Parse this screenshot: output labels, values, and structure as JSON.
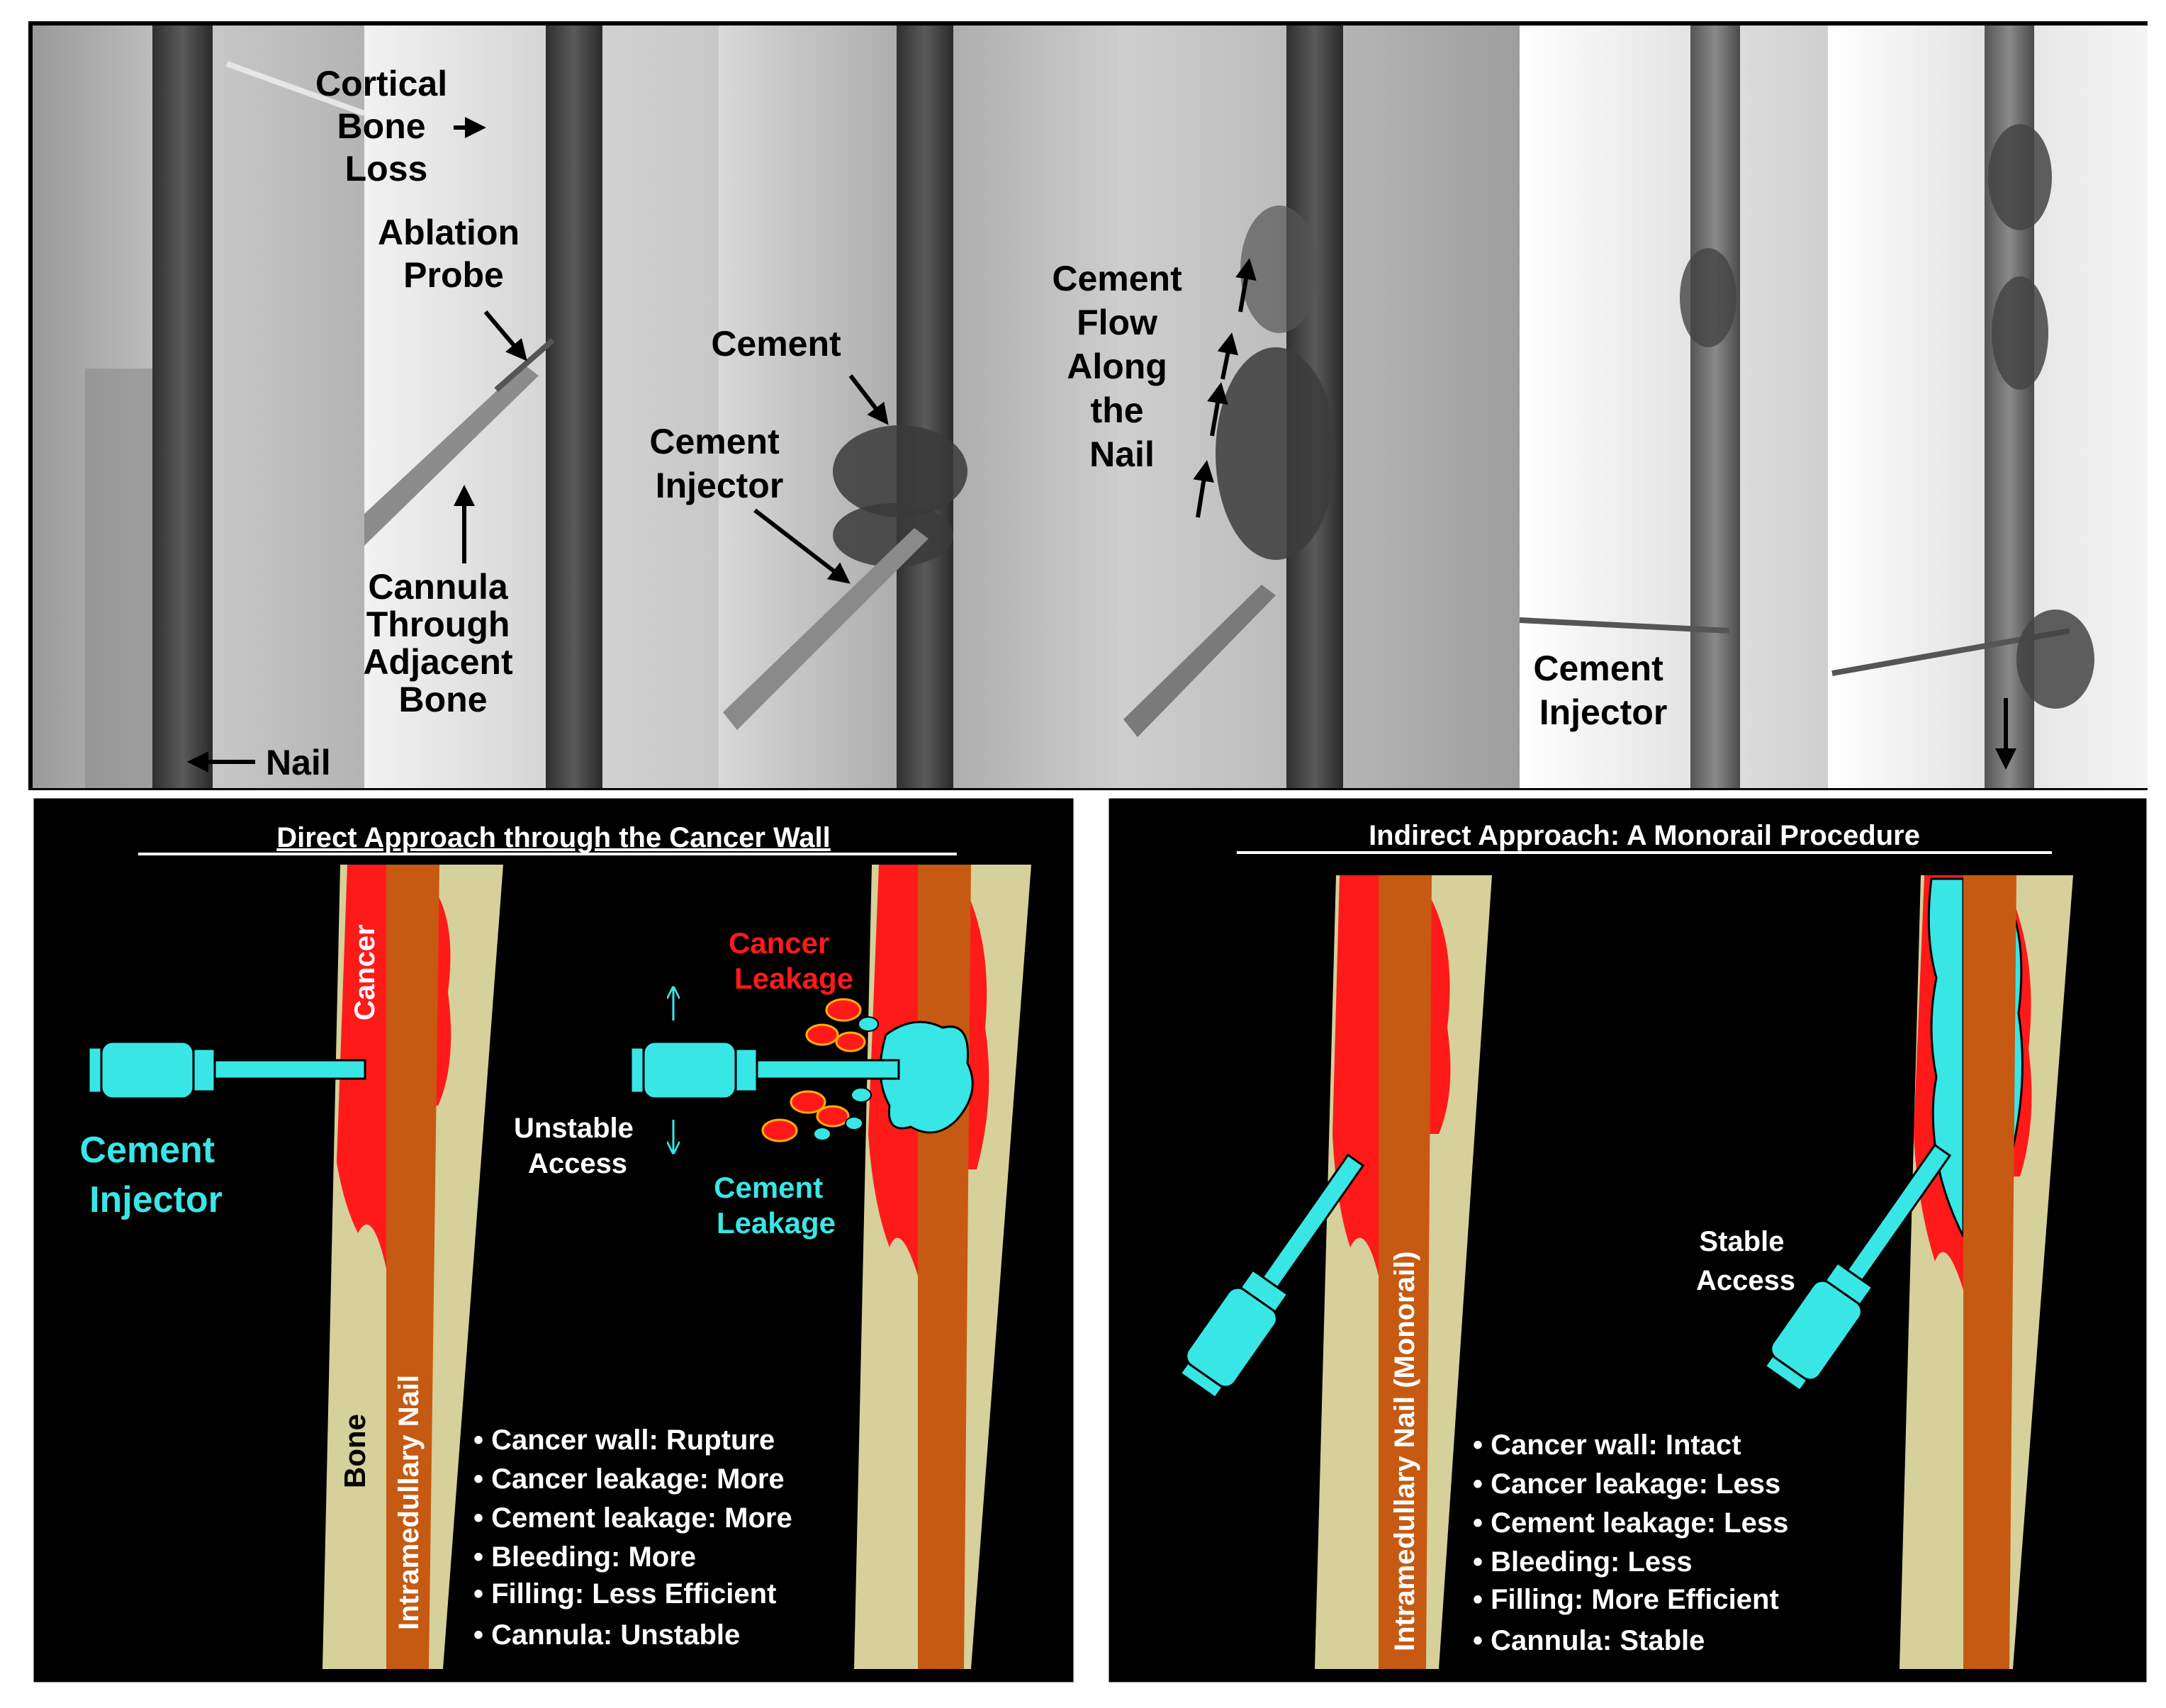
{
  "xray_labels": {
    "cortical_bone_loss": [
      "Cortical",
      "Bone",
      "Loss"
    ],
    "ablation_probe": [
      "Ablation",
      "Probe"
    ],
    "cannula": [
      "Cannula",
      "Through",
      "Adjacent",
      "Bone"
    ],
    "nail": "Nail",
    "cement": "Cement",
    "cement_injector_1": [
      "Cement",
      "Injector"
    ],
    "cement_flow": [
      "Cement",
      "Flow",
      "Along",
      "the",
      "Nail"
    ],
    "cement_injector_2": [
      "Cement",
      "Injector"
    ]
  },
  "direct": {
    "title": "Direct Approach through the Cancer Wall",
    "cancer": "Cancer",
    "bone": "Bone",
    "nail": "Intramedullary Nail",
    "injector": [
      "Cement",
      "Injector"
    ],
    "cancer_leakage": [
      "Cancer",
      "Leakage"
    ],
    "unstable_access": [
      "Unstable",
      "Access"
    ],
    "cement_leakage": [
      "Cement",
      "Leakage"
    ],
    "bullets": [
      "• Cancer wall: Rupture",
      "• Cancer leakage: More",
      "• Cement leakage: More",
      "• Bleeding: More",
      "• Filling: Less Efficient",
      "• Cannula: Unstable"
    ]
  },
  "indirect": {
    "title": "Indirect Approach: A Monorail Procedure",
    "nail": "Intramedullary Nail (Monorail)",
    "stable_access": [
      "Stable",
      "Access"
    ],
    "bullets": [
      "• Cancer wall: Intact",
      "• Cancer leakage: Less",
      "• Cement leakage: Less",
      "• Bleeding: Less",
      "• Filling: More Efficient",
      "• Cannula: Stable"
    ]
  },
  "colors": {
    "cancer": "#ff1a1a",
    "nail": "#c65a12",
    "bone": "#d6d09a",
    "cement": "#39e6e6",
    "panel_bg": "#000000"
  }
}
